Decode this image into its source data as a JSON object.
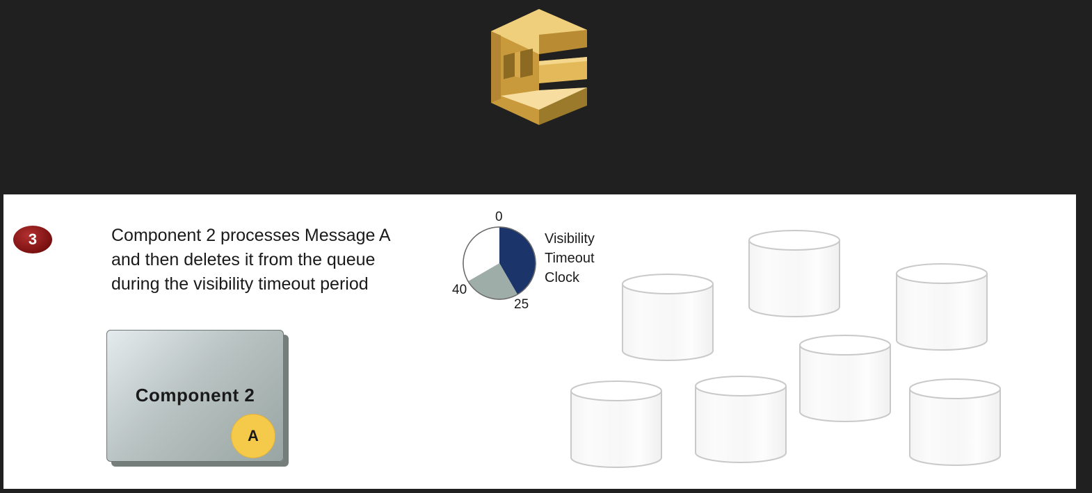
{
  "step": {
    "number": "3",
    "lines": [
      "Component 2 processes Message A",
      "and then deletes it from the queue",
      "during the visibility timeout period"
    ]
  },
  "clock": {
    "label_lines": [
      "Visibility",
      "Timeout",
      "Clock"
    ],
    "ticks": [
      "0",
      "25",
      "40"
    ],
    "segments": [
      {
        "from": 0,
        "to": 25,
        "color": "#1b356a"
      },
      {
        "from": 25,
        "to": 40,
        "color": "#9fada9"
      },
      {
        "from": 40,
        "to": 60,
        "color": "#ffffff"
      }
    ]
  },
  "component": {
    "label": "Component 2",
    "message": "A"
  },
  "colors": {
    "background": "#202020",
    "panel": "#ffffff",
    "logo_light": "#f4d68c",
    "logo_mid": "#d9ab4e",
    "logo_dark": "#9b7a2c",
    "badge": "#7a1010",
    "message_badge": "#f5c94a"
  },
  "icons": {
    "logo": "queue-service-logo-icon",
    "queue_servers": "cylinder-icon"
  }
}
